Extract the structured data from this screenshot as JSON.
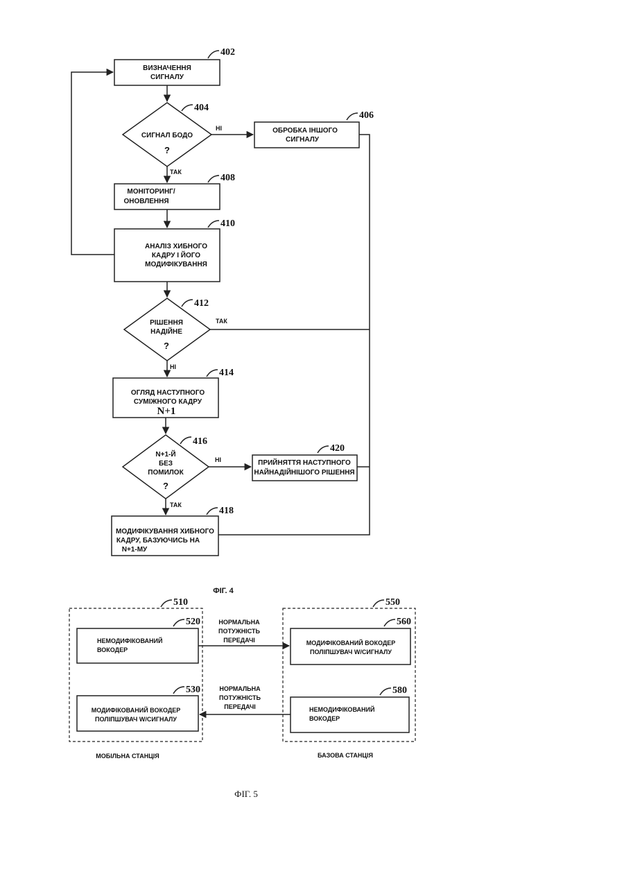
{
  "fig4": {
    "caption": "ФІГ. 4",
    "nodes": {
      "n402": {
        "ref": "402",
        "lines": [
          "ВИЗНАЧЕННЯ",
          "СИГНАЛУ"
        ]
      },
      "n404": {
        "ref": "404",
        "lines": [
          "СИГНАЛ БОДО"
        ],
        "q": "?"
      },
      "n406": {
        "ref": "406",
        "lines": [
          "ОБРОБКА ІНШОГО",
          "СИГНАЛУ"
        ]
      },
      "n408": {
        "ref": "408",
        "lines": [
          "МОНІТОРИНГ/",
          "ОНОВЛЕННЯ"
        ]
      },
      "n410": {
        "ref": "410",
        "lines": [
          "АНАЛІЗ ХИБНОГО",
          "КАДРУ І ЙОГО",
          "МОДИФІКУВАННЯ"
        ]
      },
      "n412": {
        "ref": "412",
        "lines": [
          "РІШЕННЯ",
          "НАДІЙНЕ"
        ],
        "q": "?"
      },
      "n414": {
        "ref": "414",
        "lines": [
          "ОГЛЯД НАСТУПНОГО",
          "СУМІЖНОГО КАДРУ"
        ],
        "extra": "N+1"
      },
      "n416": {
        "ref": "416",
        "lines": [
          "N+1-Й",
          "БЕЗ",
          "ПОМИЛОК"
        ],
        "q": "?"
      },
      "n418": {
        "ref": "418",
        "lines": [
          "МОДИФІКУВАННЯ ХИБНОГО",
          "КАДРУ, БАЗУЮЧИСЬ НА",
          "N+1-МУ"
        ]
      },
      "n420": {
        "ref": "420",
        "lines": [
          "ПРИЙНЯТТЯ НАСТУПНОГО",
          "НАЙНАДІЙНІШОГО РІШЕННЯ"
        ]
      }
    },
    "edges": {
      "e404_no": "НІ",
      "e404_yes": "ТАК",
      "e412_yes": "ТАК",
      "e412_no": "НІ",
      "e416_no": "НІ",
      "e416_yes": "ТАК"
    }
  },
  "fig5": {
    "caption": "ФІГ. 5",
    "mobile": {
      "ref": "510",
      "label": "МОБІЛЬНА СТАНЦІЯ"
    },
    "base": {
      "ref": "550",
      "label": "БАЗОВА СТАНЦІЯ"
    },
    "boxes": {
      "b520": {
        "ref": "520",
        "lines": [
          "НЕМОДИФІКОВАНИЙ",
          "ВОКОДЕР"
        ]
      },
      "b530": {
        "ref": "530",
        "lines": [
          "МОДИФІКОВАНИЙ ВОКОДЕР",
          "ПОЛІПШУВАЧ W/СИГНАЛУ"
        ]
      },
      "b560": {
        "ref": "560",
        "lines": [
          "МОДИФІКОВАНИЙ ВОКОДЕР",
          "ПОЛІПШУВАЧ W/СИГНАЛУ"
        ]
      },
      "b580": {
        "ref": "580",
        "lines": [
          "НЕМОДИФІКОВАНИЙ",
          "ВОКОДЕР"
        ]
      }
    },
    "link_top": [
      "НОРМАЛЬНА",
      "ПОТУЖНІСТЬ",
      "ПЕРЕДАЧІ"
    ],
    "link_bottom": [
      "НОРМАЛЬНА",
      "ПОТУЖНІСТЬ",
      "ПЕРЕДАЧІ"
    ]
  }
}
